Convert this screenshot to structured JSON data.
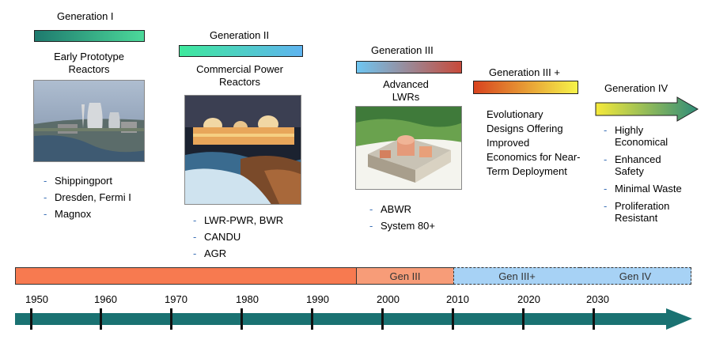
{
  "generations": {
    "gen1": {
      "title": "Generation I",
      "subtitle": "Early Prototype Reactors",
      "examples": [
        "Shippingport",
        "Dresden, Fermi I",
        "Magnox"
      ],
      "colors": [
        "#1e7a6e",
        "#4cd99a"
      ]
    },
    "gen2": {
      "title": "Generation II",
      "subtitle": "Commercial Power Reactors",
      "examples": [
        "LWR-PWR, BWR",
        "CANDU",
        "AGR"
      ],
      "colors": [
        "#3ee89c",
        "#5fb4f0"
      ]
    },
    "gen3": {
      "title": "Generation III",
      "subtitle": "Advanced LWRs",
      "examples": [
        "ABWR",
        "System 80+"
      ],
      "colors": [
        "#6ec6f2",
        "#c84a3a"
      ]
    },
    "gen3plus": {
      "title": "Generation III +",
      "description": "Evolutionary Designs Offering Improved Economics for Near-Term Deployment",
      "colors": [
        "#d8431f",
        "#f6f44a"
      ]
    },
    "gen4": {
      "title": "Generation IV",
      "features": [
        "Highly Economical",
        "Enhanced Safety",
        "Minimal Waste",
        "Proliferation Resistant"
      ],
      "colors": [
        "#f6ea3a",
        "#2f8c78"
      ]
    }
  },
  "era_bar": {
    "segments": [
      {
        "label": "",
        "color": "#f77a50"
      },
      {
        "label": "Gen III",
        "color": "#f79c78"
      },
      {
        "label": "Gen III+",
        "color": "#a7d2f5"
      },
      {
        "label": "Gen IV",
        "color": "#a7d2f5"
      }
    ]
  },
  "timeline": {
    "years": [
      "1950",
      "1960",
      "1970",
      "1980",
      "1990",
      "2000",
      "2010",
      "2020",
      "2030"
    ],
    "arrow_color": "#1a7272"
  }
}
